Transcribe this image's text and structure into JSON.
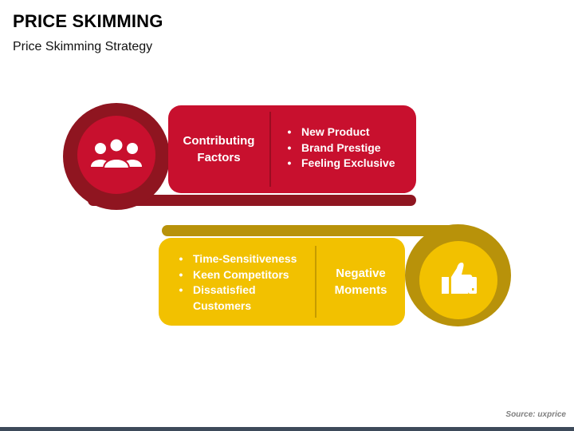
{
  "header": {
    "title": "PRICE SKIMMING",
    "subtitle": "Price Skimming Strategy"
  },
  "contributing": {
    "heading": "Contributing Factors",
    "icon": "people-group-icon",
    "items": [
      "New Product",
      "Brand Prestige",
      "Feeling Exclusive"
    ]
  },
  "negative": {
    "heading": "Negative Moments",
    "icon": "thumbs-up-icon",
    "items": [
      "Time-Sensitiveness",
      "Keen Competitors",
      "Dissatisfied Customers"
    ]
  },
  "footer": {
    "source": "Source: uxprice"
  },
  "colors": {
    "red": "#c8102e",
    "red_dark": "#8f1520",
    "gold": "#f2c100",
    "gold_dark": "#b8920a",
    "footer_bar": "#3d4a5a"
  }
}
